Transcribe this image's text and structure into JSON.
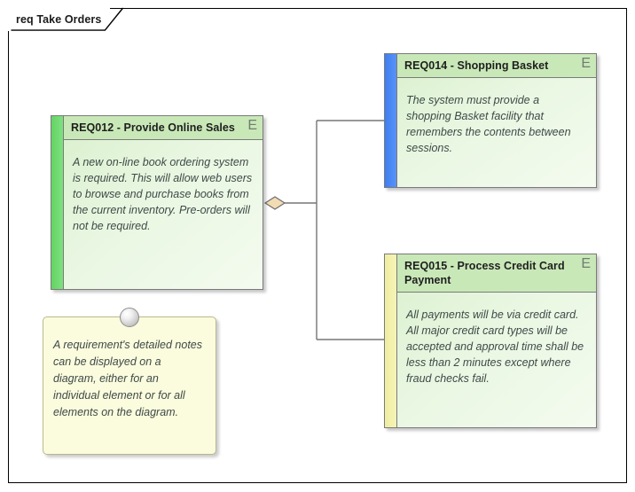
{
  "diagram": {
    "frame_label": "req Take Orders",
    "background_color": "#ffffff",
    "border_color": "#000000"
  },
  "elements": [
    {
      "id": "REQ012",
      "title": "REQ012 - Provide Online Sales",
      "marker": "E",
      "bar_color": "#63d463",
      "bar_name": "green",
      "notes": "A new on-line book ordering system is required. This will allow web users to browse and purchase books from the current inventory. Pre-orders will not be required."
    },
    {
      "id": "REQ014",
      "title": "REQ014 - Shopping Basket",
      "marker": "E",
      "bar_color": "#3d7ef0",
      "bar_name": "blue",
      "notes": "The system must provide a shopping Basket facility that remembers the contents between sessions."
    },
    {
      "id": "REQ015",
      "title": "REQ015 - Process Credit Card Payment",
      "marker": "E",
      "bar_color": "#efeda0",
      "bar_name": "yellow",
      "notes": "All payments will be via credit card. All major credit card types will be accepted and approval time shall be less than 2 minutes except where fraud checks fail."
    }
  ],
  "note": {
    "text": "A requirement's detailed notes can be displayed on a diagram, either for an individual element or for all elements on the diagram.",
    "background_color": "#fbfbdd",
    "border_color": "#b9b98d",
    "pin_icon": "note-pin-icon"
  },
  "connector": {
    "type": "aggregation",
    "diamond_color": "#f2dcb3",
    "line_color": "#767676",
    "source": "REQ012",
    "targets": [
      "REQ014",
      "REQ015"
    ]
  }
}
